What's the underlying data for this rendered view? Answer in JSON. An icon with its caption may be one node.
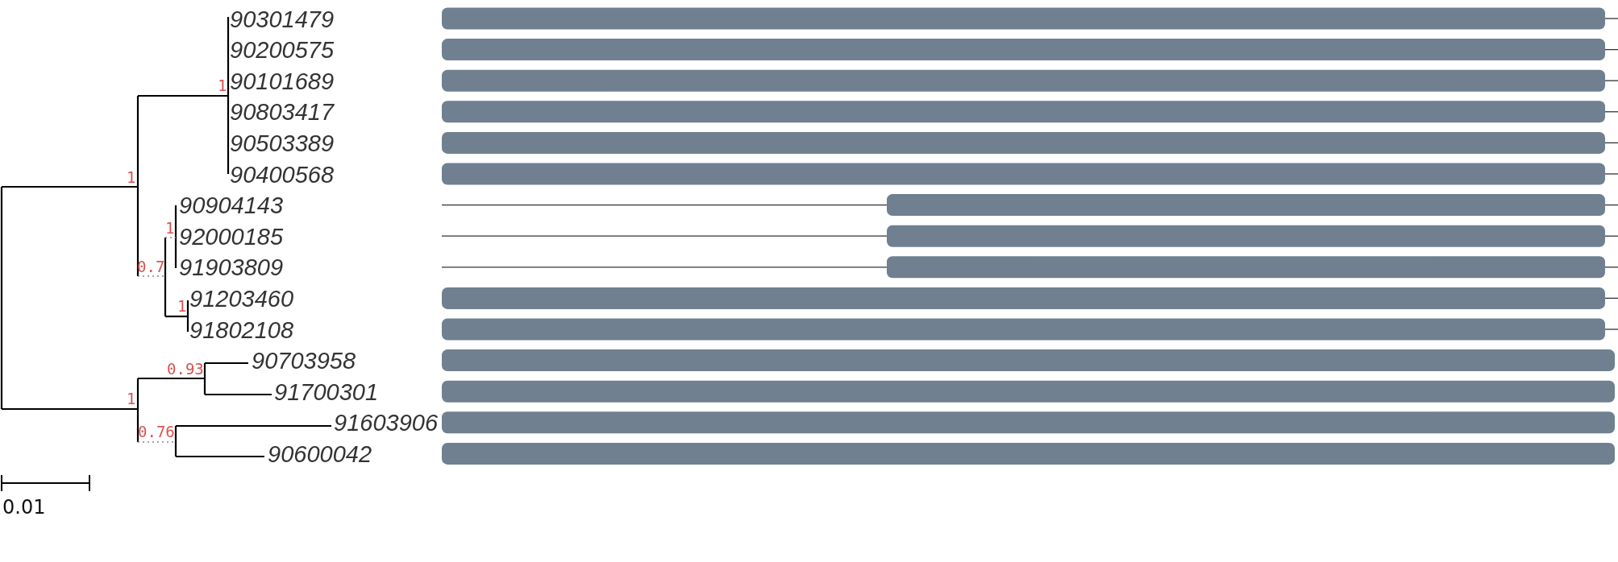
{
  "diagram": {
    "labels": [
      "90301479",
      "90200575",
      "90101689",
      "90803417",
      "90503389",
      "90400568",
      "90904143",
      "92000185",
      "91903809",
      "91203460",
      "91802108",
      "90703958",
      "91700301",
      "91603906",
      "90600042",
      "1",
      "1",
      "1",
      "0.7",
      "1",
      "0.93",
      "1",
      "0.76",
      "0.01"
    ]
  }
}
